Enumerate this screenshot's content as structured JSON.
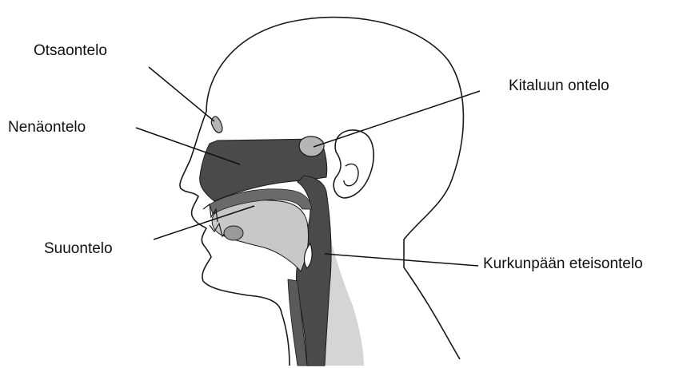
{
  "labels": {
    "frontal_sinus": "Otsaontelo",
    "nasal_cavity": "Nenäontelo",
    "oral_cavity": "Suuontelo",
    "palatine_cavity": "Kitaluun ontelo",
    "laryngeal_vestibule": "Kurkunpään eteisontelo"
  },
  "colors": {
    "outline": "#1a1a1a",
    "cavity_dark": "#4a4a4a",
    "cavity_mid": "#8a8a8a",
    "cavity_light": "#c8c8c8",
    "sinus_fill": "#b5b5b5",
    "background": "#ffffff"
  }
}
